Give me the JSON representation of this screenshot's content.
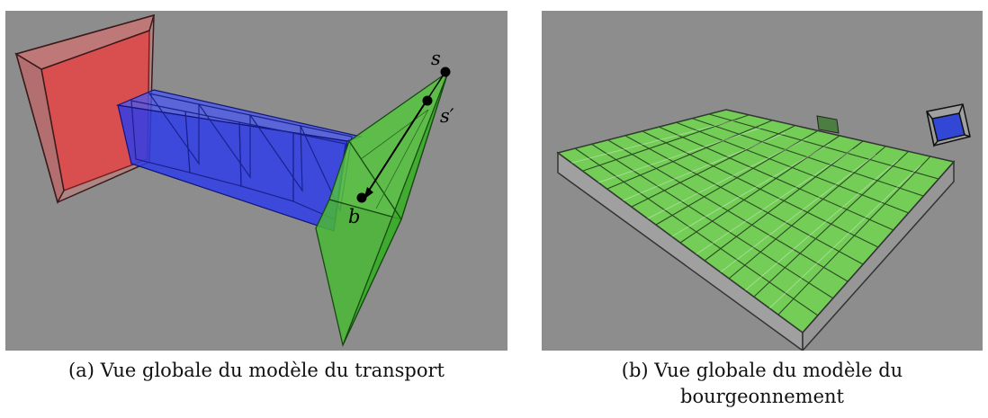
{
  "figure_a": {
    "caption": "(a) Vue globale du modèle du transport",
    "labels": {
      "s": "s",
      "s_prime": "s′",
      "b": "b"
    },
    "colors": {
      "source": "#d94040",
      "transport": "#2a36e6",
      "target": "#4cc43a",
      "background": "#8d8d8d"
    }
  },
  "figure_b": {
    "caption_line1": "(b) Vue globale du modèle du",
    "caption_line2": "bourgeonnement",
    "colors": {
      "cells": "#7ce05a",
      "small_cube": "#3347d6",
      "background": "#8d8d8d"
    }
  }
}
